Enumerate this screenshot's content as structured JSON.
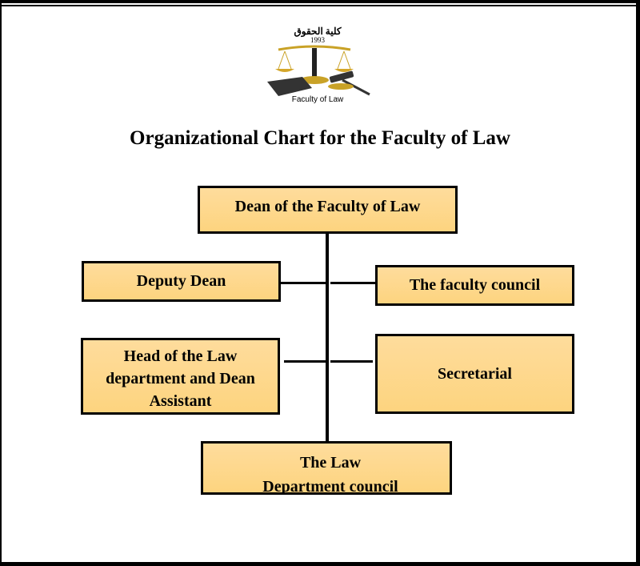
{
  "logo": {
    "arabic_text": "كلية الحقوق",
    "year": "1993",
    "caption": "Faculty of Law"
  },
  "title": "Organizational Chart for the Faculty of Law",
  "nodes": {
    "dean": "Dean of the Faculty of Law",
    "deputy": "Deputy Dean",
    "council": "The faculty council",
    "head": "Head of the Law department and Dean Assistant",
    "secretarial": "Secretarial",
    "law_dept": "The Law Department council"
  },
  "colors": {
    "box_fill": "#fdd88a",
    "border": "#000000"
  }
}
